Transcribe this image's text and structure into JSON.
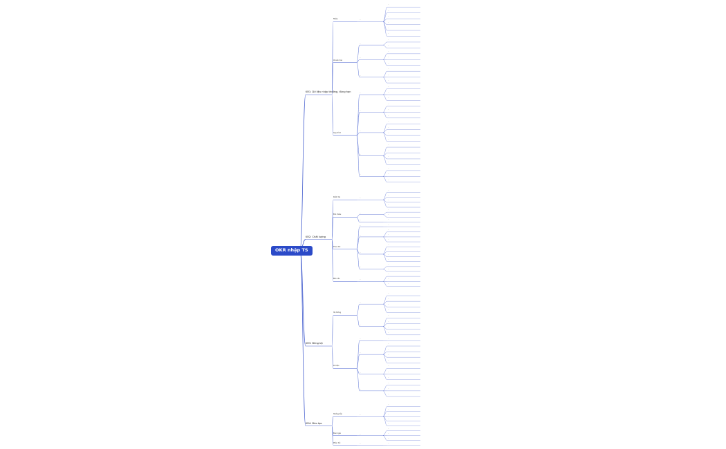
{
  "colors": {
    "root_bg": "#2b4ac8",
    "link": "#4a63d0",
    "text": "#333333"
  },
  "root": {
    "label": "OKR nhập TS"
  },
  "branches": [
    {
      "label": "KR1: Dữ liệu nhập thường, đúng hạn",
      "children": [
        {
          "label": "Nhập",
          "children": [
            {
              "label": "...",
              "leaves": [
                "...",
                "...",
                "...",
                "...",
                "...",
                "..."
              ]
            }
          ]
        },
        {
          "label": "Chuẩn hoá",
          "children": [
            {
              "label": "...",
              "leaves": [
                "...",
                "..."
              ]
            },
            {
              "label": "...",
              "leaves": [
                "...",
                "...",
                "..."
              ]
            },
            {
              "label": "...",
              "leaves": [
                "...",
                "...",
                "..."
              ]
            }
          ]
        },
        {
          "label": "Quy trình",
          "children": [
            {
              "label": "...",
              "leaves": [
                "...",
                "...",
                "..."
              ]
            },
            {
              "label": "...",
              "leaves": [
                "...",
                "...",
                "..."
              ]
            },
            {
              "label": "...",
              "leaves": [
                "...",
                "...",
                "...",
                "..."
              ]
            },
            {
              "label": "...",
              "leaves": [
                "...",
                "...",
                "...",
                "..."
              ]
            },
            {
              "label": "...",
              "leaves": [
                "...",
                "...",
                "..."
              ]
            }
          ]
        }
      ]
    },
    {
      "label": "KR2: Chất lượng",
      "children": [
        {
          "label": "Kiểm tra",
          "children": [
            {
              "label": "...",
              "leaves": [
                "...",
                "...",
                "...",
                "..."
              ]
            }
          ]
        },
        {
          "label": "Đối chiếu",
          "children": [
            {
              "label": "...",
              "leaves": [
                "...",
                "..."
              ]
            },
            {
              "label": "...",
              "leaves": [
                "..."
              ]
            }
          ]
        },
        {
          "label": "Theo dõi",
          "children": [
            {
              "label": "...",
              "leaves": [
                "..."
              ]
            },
            {
              "label": "...",
              "leaves": [
                "...",
                "...",
                "..."
              ]
            },
            {
              "label": "...",
              "leaves": [
                "...",
                "...",
                "...",
                "..."
              ]
            },
            {
              "label": "...",
              "leaves": [
                "...",
                "..."
              ]
            }
          ]
        },
        {
          "label": "Báo cáo",
          "children": [
            {
              "label": "...",
              "leaves": [
                "...",
                "...",
                "..."
              ]
            }
          ]
        }
      ]
    },
    {
      "label": "KR3: Đồng bộ",
      "children": [
        {
          "label": "Hệ thống",
          "children": [
            {
              "label": "...",
              "leaves": [
                "...",
                "...",
                "...",
                "..."
              ]
            },
            {
              "label": "...",
              "leaves": [
                "...",
                "...",
                "...",
                "..."
              ]
            }
          ]
        },
        {
          "label": "Dữ liệu",
          "children": [
            {
              "label": "...",
              "leaves": [
                "..."
              ]
            },
            {
              "label": "...",
              "leaves": [
                "...",
                "...",
                "...",
                "..."
              ]
            },
            {
              "label": "...",
              "leaves": [
                "...",
                "...",
                "..."
              ]
            },
            {
              "label": "...",
              "leaves": [
                "...",
                "...",
                "..."
              ]
            }
          ]
        }
      ]
    },
    {
      "label": "KR4: Đào tạo",
      "children": [
        {
          "label": "Hướng dẫn",
          "children": [
            {
              "label": "...",
              "leaves": [
                "...",
                "...",
                "...",
                "...",
                "..."
              ]
            }
          ]
        },
        {
          "label": "Đánh giá",
          "children": [
            {
              "label": "...",
              "leaves": [
                "...",
                "...",
                "..."
              ]
            }
          ]
        },
        {
          "label": "Phản hồi",
          "children": [
            {
              "label": "...",
              "leaves": [
                "..."
              ]
            }
          ]
        }
      ]
    }
  ]
}
